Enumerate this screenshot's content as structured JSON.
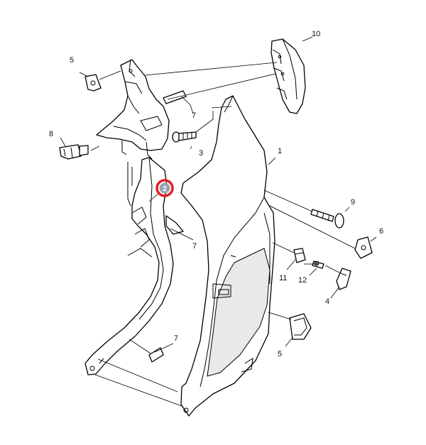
{
  "callouts": [
    {
      "id": "c1",
      "label": "1"
    },
    {
      "id": "c2",
      "label": "2"
    },
    {
      "id": "c3",
      "label": "3"
    },
    {
      "id": "c4",
      "label": "4"
    },
    {
      "id": "c5a",
      "label": "5"
    },
    {
      "id": "c5b",
      "label": "5"
    },
    {
      "id": "c6",
      "label": "6"
    },
    {
      "id": "c7a",
      "label": "7"
    },
    {
      "id": "c7b",
      "label": "7"
    },
    {
      "id": "c7c",
      "label": "7"
    },
    {
      "id": "c8",
      "label": "8"
    },
    {
      "id": "c9",
      "label": "9"
    },
    {
      "id": "c10",
      "label": "10"
    },
    {
      "id": "c11",
      "label": "11"
    },
    {
      "id": "c12",
      "label": "12"
    }
  ],
  "highlight": {
    "label": "2",
    "ring_color": "#e0202c",
    "fill_color": "#9aa3b0"
  }
}
